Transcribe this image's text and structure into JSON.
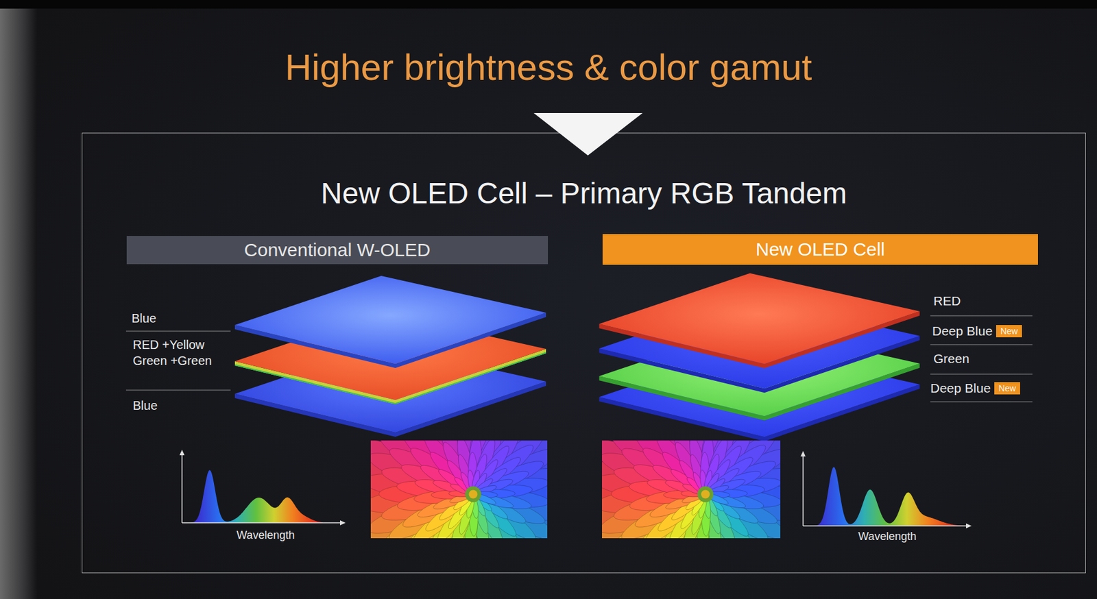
{
  "diagram": {
    "title": "Higher brightness & color gamut",
    "nodes": [
      {
        "text": [
          "New OLED Cell – Primary RGB Tandem"
        ]
      },
      {
        "text": [
          "Conventional W-OLED"
        ],
        "in": 0
      },
      {
        "text": [
          "New OLED Cell"
        ],
        "in": 0
      },
      {
        "text": [
          "New"
        ],
        "in": 0
      },
      {
        "text": [
          "New"
        ],
        "in": 0
      }
    ],
    "labels": [
      "Blue",
      "RED +Yellow Green +Green",
      "Blue",
      "RED",
      "Deep Blue",
      "Green",
      "Deep Blue",
      "Wavelength",
      "Wavelength"
    ]
  }
}
